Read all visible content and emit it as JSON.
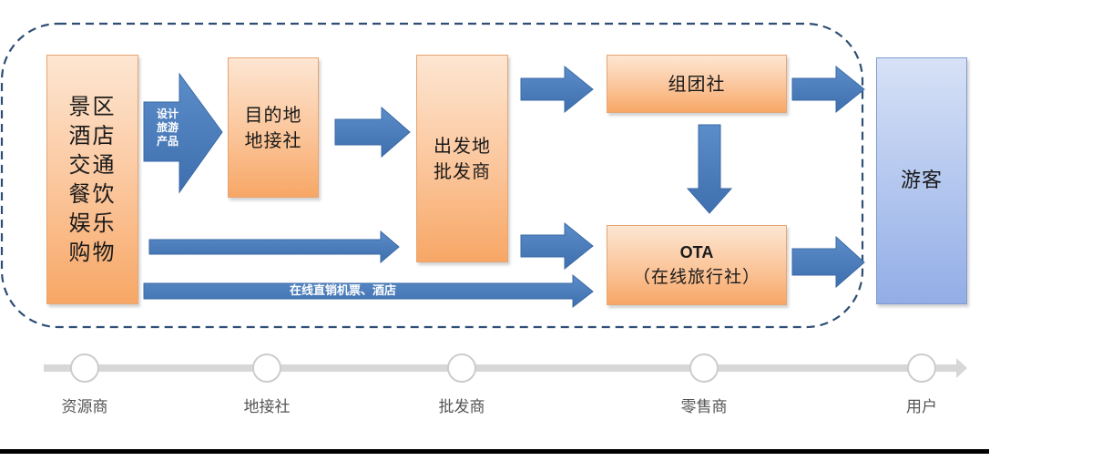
{
  "boxes": {
    "resources": "景区\n酒店\n交通\n餐饮\n娱乐\n购物",
    "destination_agency": "目的地\n地接社",
    "wholesaler": "出发地\n批发商",
    "tour_group": "组团社",
    "ota_title": "OTA",
    "ota_sub": "（在线旅行社）",
    "tourist": "游客"
  },
  "arrows": {
    "design_label": "设计\n旅游\n产品",
    "direct_sales_label": "在线直销机票、酒店"
  },
  "timeline": {
    "stages": [
      "资源商",
      "地接社",
      "批发商",
      "零售商",
      "用户"
    ]
  },
  "colors": {
    "arrow_fill": "#4f81bd",
    "arrow_stroke": "#3a6aa6",
    "dashed_border": "#2f4e74",
    "orange_box": "#fbc59a",
    "blue_box": "#a9c0ec"
  }
}
